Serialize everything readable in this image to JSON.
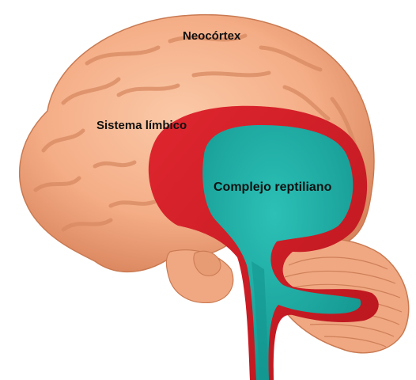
{
  "labels": {
    "neocortex": "Neocórtex",
    "limbic": "Sistema límbico",
    "reptilian": "Complejo reptiliano"
  },
  "colors": {
    "cortex": "#f4ad86",
    "cortex_shadow": "#d9845c",
    "cortex_highlight": "#fbc9a8",
    "limbic": "#d6202a",
    "limbic_dark": "#a8141c",
    "reptilian": "#1aa8a0",
    "reptilian_light": "#2cc0b6",
    "cerebellum": "#f0a882",
    "label_text": "#111111"
  }
}
